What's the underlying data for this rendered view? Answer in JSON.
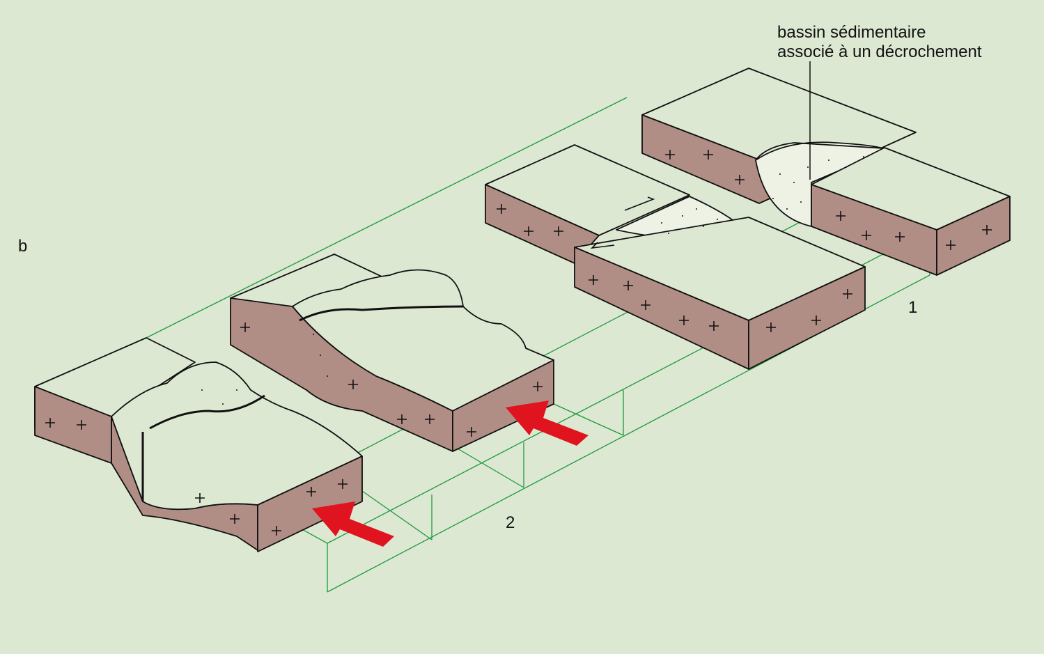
{
  "figure": {
    "panel_letter": "b",
    "stage_labels": {
      "stage_1": "1",
      "stage_2": "2"
    },
    "annotation": {
      "line1": "bassin sédimentaire",
      "line2": "associé à un décrochement"
    }
  },
  "colors": {
    "background": "#dde8d3",
    "block_side": "#b08e86",
    "block_top": "#dde8d3",
    "guide_lines": "#1a9a3a",
    "arrow": "#e0141e",
    "ink": "#111111"
  },
  "icons": [
    "compression-arrow-icon",
    "shear-arrow-icon",
    "basement-cross-symbol"
  ]
}
